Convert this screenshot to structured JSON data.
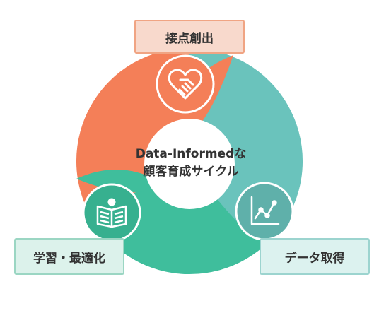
{
  "center": {
    "line1": "Data-Informedな",
    "line2": "顧客育成サイクル"
  },
  "stages": [
    {
      "label": "接点創出",
      "icon": "handshake-heart-icon",
      "color": "#f47f58"
    },
    {
      "label": "データ取得",
      "icon": "line-chart-icon",
      "color": "#6ac3bc"
    },
    {
      "label": "学習・最適化",
      "icon": "open-book-reader-icon",
      "color": "#3fbe9c"
    }
  ],
  "colors": {
    "orange": "#f47f58",
    "teal": "#6ac3bc",
    "green": "#3fbe9c"
  }
}
